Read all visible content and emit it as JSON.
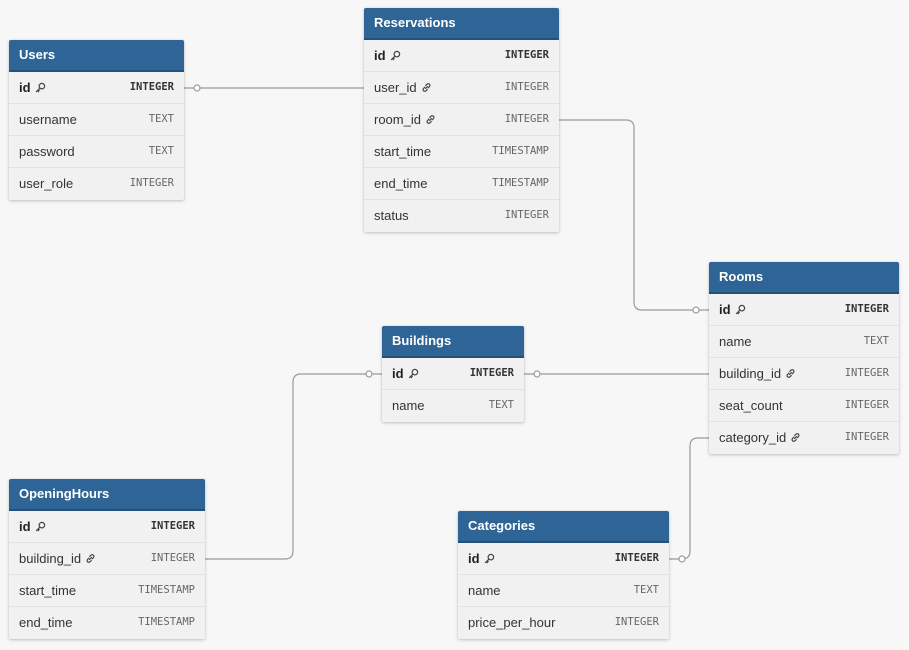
{
  "tables": {
    "users": {
      "title": "Users",
      "fields": [
        {
          "name": "id",
          "type": "INTEGER",
          "icon": "key-icon"
        },
        {
          "name": "username",
          "type": "TEXT"
        },
        {
          "name": "password",
          "type": "TEXT"
        },
        {
          "name": "user_role",
          "type": "INTEGER"
        }
      ]
    },
    "reservations": {
      "title": "Reservations",
      "fields": [
        {
          "name": "id",
          "type": "INTEGER",
          "icon": "key-icon"
        },
        {
          "name": "user_id",
          "type": "INTEGER",
          "icon": "link-icon"
        },
        {
          "name": "room_id",
          "type": "INTEGER",
          "icon": "link-icon"
        },
        {
          "name": "start_time",
          "type": "TIMESTAMP"
        },
        {
          "name": "end_time",
          "type": "TIMESTAMP"
        },
        {
          "name": "status",
          "type": "INTEGER"
        }
      ]
    },
    "rooms": {
      "title": "Rooms",
      "fields": [
        {
          "name": "id",
          "type": "INTEGER",
          "icon": "key-icon"
        },
        {
          "name": "name",
          "type": "TEXT"
        },
        {
          "name": "building_id",
          "type": "INTEGER",
          "icon": "link-icon"
        },
        {
          "name": "seat_count",
          "type": "INTEGER"
        },
        {
          "name": "category_id",
          "type": "INTEGER",
          "icon": "link-icon"
        }
      ]
    },
    "buildings": {
      "title": "Buildings",
      "fields": [
        {
          "name": "id",
          "type": "INTEGER",
          "icon": "key-icon"
        },
        {
          "name": "name",
          "type": "TEXT"
        }
      ]
    },
    "opening_hours": {
      "title": "OpeningHours",
      "fields": [
        {
          "name": "id",
          "type": "INTEGER",
          "icon": "key-icon"
        },
        {
          "name": "building_id",
          "type": "INTEGER",
          "icon": "link-icon"
        },
        {
          "name": "start_time",
          "type": "TIMESTAMP"
        },
        {
          "name": "end_time",
          "type": "TIMESTAMP"
        }
      ]
    },
    "categories": {
      "title": "Categories",
      "fields": [
        {
          "name": "id",
          "type": "INTEGER",
          "icon": "key-icon"
        },
        {
          "name": "name",
          "type": "TEXT"
        },
        {
          "name": "price_per_hour",
          "type": "INTEGER"
        }
      ]
    }
  },
  "relations": [
    {
      "from": "users.id",
      "to": "reservations.user_id",
      "cardinality": "one-to-many"
    },
    {
      "from": "rooms.id",
      "to": "reservations.room_id",
      "cardinality": "one-to-many"
    },
    {
      "from": "buildings.id",
      "to": "rooms.building_id",
      "cardinality": "one-to-many"
    },
    {
      "from": "buildings.id",
      "to": "opening_hours.building_id",
      "cardinality": "one-to-many"
    },
    {
      "from": "categories.id",
      "to": "rooms.category_id",
      "cardinality": "one-to-many"
    }
  ],
  "colors": {
    "header": "#2f6496",
    "body": "#f1f1f1",
    "edge": "#9a9a9a",
    "canvas": "#f7f7f8"
  }
}
